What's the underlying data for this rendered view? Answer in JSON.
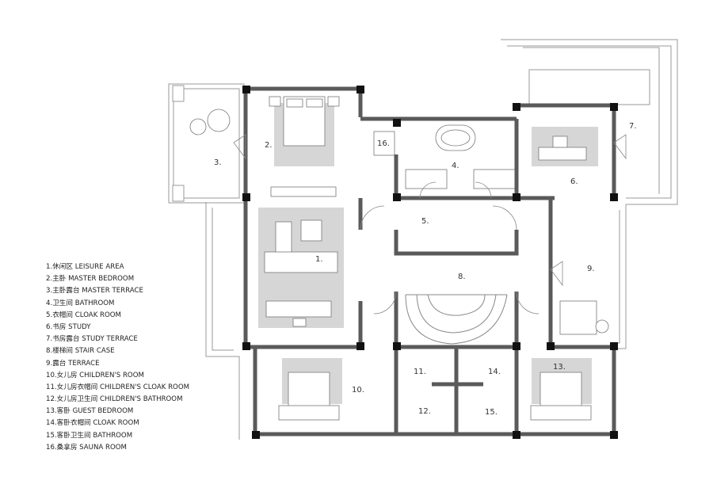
{
  "legend": [
    {
      "num": "1.",
      "label": "休闲区 LEISURE AREA"
    },
    {
      "num": "2.",
      "label": "主卧 MASTER BEDROOM"
    },
    {
      "num": "3.",
      "label": "主卧露台 MASTER TERRACE"
    },
    {
      "num": "4.",
      "label": "卫生间 BATHROOM"
    },
    {
      "num": "5.",
      "label": "衣帽间 CLOAK ROOM"
    },
    {
      "num": "6.",
      "label": "书房 STUDY"
    },
    {
      "num": "7.",
      "label": "书房露台 STUDY TERRACE"
    },
    {
      "num": "8.",
      "label": "楼梯间 STAIR CASE"
    },
    {
      "num": "9.",
      "label": "露台 TERRACE"
    },
    {
      "num": "10.",
      "label": "女儿房 CHILDREN'S ROOM"
    },
    {
      "num": "11.",
      "label": "女儿房衣帽间 CHILDREN'S CLOAK ROOM"
    },
    {
      "num": "12.",
      "label": "女儿房卫生间 CHILDREN'S BATHROOM"
    },
    {
      "num": "13.",
      "label": "客卧 GUEST BEDROOM"
    },
    {
      "num": "14.",
      "label": "客卧衣帽间 CLOAK ROOM"
    },
    {
      "num": "15.",
      "label": "客卧卫生间 BATHROOM"
    },
    {
      "num": "16.",
      "label": "桑拿房 SAUNA ROOM"
    }
  ],
  "rooms": [
    "1.",
    "2.",
    "3.",
    "4.",
    "5.",
    "6.",
    "7.",
    "8.",
    "9.",
    "10.",
    "11.",
    "12.",
    "13.",
    "14.",
    "15.",
    "16."
  ],
  "colors": {
    "wall": "#5a5a5a",
    "rug": "#d6d6d6",
    "line": "#8a8a8a",
    "column": "#111111"
  }
}
